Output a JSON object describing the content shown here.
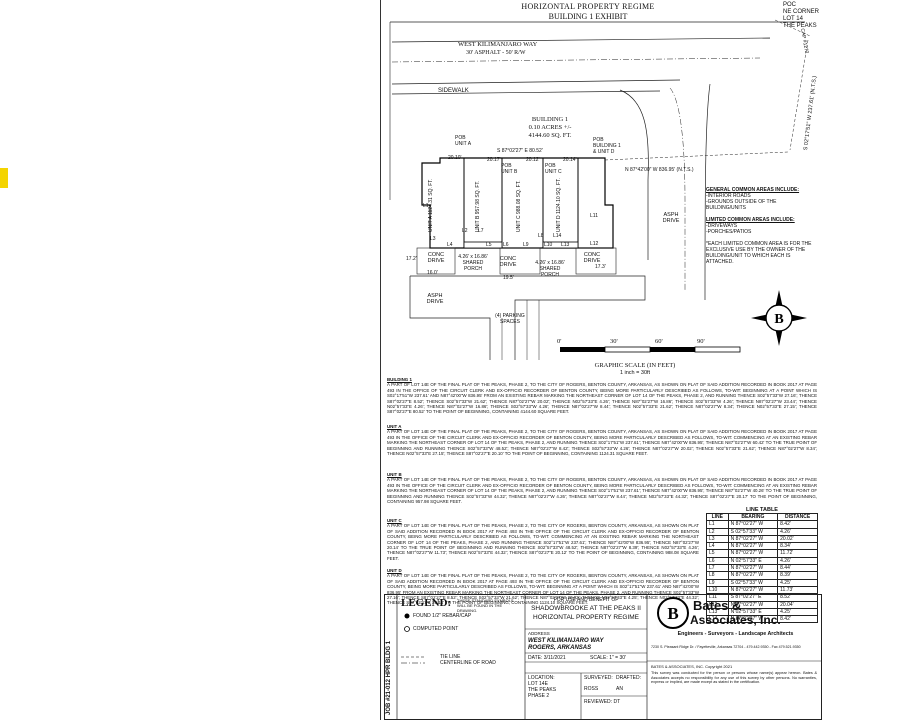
{
  "header": {
    "title": "HORIZONTAL PROPERTY REGIME",
    "subtitle": "BUILDING 1 EXHIBIT",
    "poc": [
      "POC",
      "NE CORNER",
      "LOT 14",
      "THE PEAKS"
    ],
    "cap_label": "CAP #1272"
  },
  "plan": {
    "road_name": "WEST KILIMANJARO WAY",
    "road_desc": "30' ASPHALT - 50' R/W",
    "sidewalk": "SIDEWALK",
    "building": [
      "BUILDING 1",
      "0.10 ACRES +/-",
      "4144.60 SQ. FT."
    ],
    "east_bearing": "S 02°17'51\" W 237.61' (N.T.S.)",
    "north_bearing": "S 87°02'27\" E 80.52'",
    "tie_line": "N 87°42'00\" W 836.95' (N.T.S.)",
    "pob_unit_a": [
      "POB",
      "UNIT A"
    ],
    "pob_unit_b": [
      "POB",
      "UNIT B"
    ],
    "pob_unit_c": [
      "POB",
      "UNIT C"
    ],
    "pob_building": [
      "POB",
      "BUILDING 1",
      "& UNIT D"
    ],
    "widths": [
      "20.10'",
      "20.17'",
      "20.12'",
      "20.14'"
    ],
    "units": [
      "UNIT A 1124.31 SQ. FT.",
      "UNIT B 957.98 SQ. FT.",
      "UNIT C 988.08 SQ. FT.",
      "UNIT D 1124.10 SQ. FT."
    ],
    "conc_drive": [
      "CONC",
      "DRIVE"
    ],
    "shared_porch": [
      "4.26' x 16.86'",
      "SHARED",
      "PORCH"
    ],
    "asph_drive": [
      "ASPH",
      "DRIVE"
    ],
    "parking": [
      "(4) PARKING",
      "SPACES"
    ],
    "drive_widths": [
      "17.2'",
      "16.0'",
      "19.5'",
      "17.3'"
    ],
    "line_labels": [
      "L1",
      "L2",
      "L3",
      "L4",
      "L5",
      "L6",
      "L7",
      "L8",
      "L9",
      "L10",
      "L11",
      "L12",
      "L13",
      "L14"
    ]
  },
  "notes": {
    "general_title": "GENERAL COMMON AREAS INCLUDE:",
    "general_items": [
      "-INTERIOR ROADS",
      "-GROUNDS OUTSIDE OF THE BUILDING/UNITS"
    ],
    "limited_title": "LIMITED COMMON AREAS INCLUDE:",
    "limited_items": [
      "-DRIVEWAYS",
      "-PORCHES/PATIOS"
    ],
    "limited_note": "*EACH LIMITED COMMON AREA IS FOR THE EXCLUSIVE USE BY THE OWNER OF THE BUILDING/UNIT TO WHICH EACH IS ATTACHED."
  },
  "scale": {
    "ticks": [
      "0'",
      "30'",
      "60'",
      "90'"
    ],
    "title": "GRAPHIC SCALE (IN FEET)",
    "ratio": "1 inch = 30ft"
  },
  "descriptions": [
    {
      "heading": "BUILDING 1",
      "text": "A PART OF LOT 14E OF THE FINAL PLAT OF THE PEAKS, PHASE 2, TO THE CITY OF ROGERS, BENTON COUNTY, ARKANSAS, AS SHOWN ON PLAT OF SAID ADDITION RECORDED IN BOOK 2017 AT PAGE 493 IN THE OFFICE OF THE CIRCUIT CLERK AND EX-OFFICIO RECORDER OF BENTON COUNTY, BEING MORE PARTICULARLY DESCRIBED AS FOLLOWS, TO-WIT: BEGINNING AT A POINT WHICH IS S02°17'51\"W 237.61' AND N87°42'00\"W 836.95' FROM AN EXISTING REBAR MARKING THE NORTHEAST CORNER OF LOT 14 OF THE PEAKS, PHASE 2, AND RUNNING THENCE S02°57'33\"W 27.16'; THENCE S87°02'27\"E 8.52'; THENCE S02°57'33\"W 21.62'; THENCE N87°02'27\"W 20.02'; THENCE N02°57'33\"E 4.26'; THENCE N87°02'27\"W 16.86'; THENCE S02°57'33\"W 4.26'; THENCE N87°02'27\"W 23.44'; THENCE N02°57'33\"E 4.26'; THENCE N87°02'27\"W 16.86'; THENCE S02°57'33\"W 4.26'; THENCE N87°02'27\"W 8.44'; THENCE N02°57'33\"E 21.62'; THENCE N87°02'27\"W 8.34'; THENCE N02°57'33\"E 27.15'; THENCE S87°02'27\"E 80.52' TO THE POINT OF BEGINNING, CONTAINING 4144.60 SQUARE FEET."
    },
    {
      "heading": "UNIT A",
      "text": "A PART OF LOT 14E OF THE FINAL PLAT OF THE PEAKS, PHASE 2, TO THE CITY OF ROGERS, BENTON COUNTY, ARKANSAS, AS SHOWN ON PLAT OF SAID ADDITION RECORDED IN BOOK 2017 AT PAGE 493 IN THE OFFICE OF THE CIRCUIT CLERK AND EX-OFFICIO RECORDER OF BENTON COUNTY, BEING MORE PARTICULARLY DESCRIBED AS FOLLOWS, TO-WIT: COMMENCING AT AN EXISTING REBAR MARKING THE NORTHEAST CORNER OF LOT 14 OF THE PEAKS, PHASE 2, AND RUNNING THENCE S02°17'51\"W 237.61'; THENCE N87°42'00\"W 836.95'; THENCE N87°02'27\"W 60.42' TO THE TRUE POINT OF BEGINNING AND RUNNING THENCE S02°57'33\"W 48.52'; THENCE N87°02'27\"W 8.42'; THENCE S02°57'33\"W 4.26'; THENCE N87°02'27\"W 20.02'; THENCE N02°57'33\"E 21.62'; THENCE N87°02'27\"W 8.34'; THENCE N02°57'33\"E 27.15'; THENCE S87°02'27\"E 20.10' TO THE POINT OF BEGINNING, CONTAINING 1124.31 SQUARE FEET."
    },
    {
      "heading": "UNIT B",
      "text": "A PART OF LOT 14E OF THE FINAL PLAT OF THE PEAKS, PHASE 2, TO THE CITY OF ROGERS, BENTON COUNTY, ARKANSAS, AS SHOWN ON PLAT OF SAID ADDITION RECORDED IN BOOK 2017 AT PAGE 493 IN THE OFFICE OF THE CIRCUIT CLERK AND EX-OFFICIO RECORDER OF BENTON COUNTY, BEING MORE PARTICULARLY DESCRIBED AS FOLLOWS, TO-WIT: COMMENCING AT AN EXISTING REBAR MARKING THE NORTHEAST CORNER OF LOT 14 OF THE PEAKS, PHASE 2, AND RUNNING THENCE S02°17'51\"W 237.61'; THENCE N87°42'00\"W 836.95'; THENCE N87°02'27\"W 40.26' TO THE TRUE POINT OF BEGINNING AND RUNNING THENCE S02°57'33\"W 44.32'; THENCE N87°02'27\"W 4.26'; THENCE N87°02'27\"W 8.44'; THENCE N02°57'33\"E 44.32'; THENCE S87°02'27\"E 20.17' TO THE POINT OF BEGINNING, CONTAINING 957.98 SQUARE FEET."
    },
    {
      "heading": "UNIT C",
      "text": "A PART OF LOT 14E OF THE FINAL PLAT OF THE PEAKS, PHASE 2, TO THE CITY OF ROGERS, BENTON COUNTY, ARKANSAS, AS SHOWN ON PLAT OF SAID ADDITION RECORDED IN BOOK 2017 AT PAGE 493 IN THE OFFICE OF THE CIRCUIT CLERK AND EX-OFFICIO RECORDER OF BENTON COUNTY, BEING MORE PARTICULARLY DESCRIBED AS FOLLOWS, TO-WIT: COMMENCING AT AN EXISTING REBAR MARKING THE NORTHEAST CORNER OF LOT 14 OF THE PEAKS, PHASE 2, AND RUNNING THENCE S02°17'51\"W 237.61'; THENCE N87°42'00\"W 836.95'; THENCE N87°02'27\"W 20.14' TO THE TRUE POINT OF BEGINNING AND RUNNING THENCE S02°57'33\"W 48.52'; THENCE N87°02'27\"W 8.39'; THENCE N02°57'33\"E 4.26'; THENCE N87°02'27\"W 11.73'; THENCE N02°57'33\"E 44.32'; THENCE S87°02'27\"E 20.12' TO THE POINT OF BEGINNING, CONTAINING 988.08 SQUARE FEET."
    },
    {
      "heading": "UNIT D",
      "text": "A PART OF LOT 14E OF THE FINAL PLAT OF THE PEAKS, PHASE 2, TO THE CITY OF ROGERS, BENTON COUNTY, ARKANSAS, AS SHOWN ON PLAT OF SAID ADDITION RECORDED IN BOOK 2017 AT PAGE 493 IN THE OFFICE OF THE CIRCUIT CLERK AND EX-OFFICIO RECORDER OF BENTON COUNTY, BEING MORE PARTICULARLY DESCRIBED AS FOLLOWS, TO-WIT: BEGINNING AT A POINT WHICH IS S02°17'51\"W 237.61' AND N87°42'00\"W 836.95' FROM AN EXISTING REBAR MARKING THE NORTHEAST CORNER OF LOT 14 OF THE PEAKS, PHASE 2, AND RUNNING THENCE S02°57'33\"W 27.16'; THENCE S87°02'27\"E 8.52'; THENCE S02°57'33\"W 21.62'; THENCE N87°02'27\"W 20.02'; THENCE N02°57'33\"E 4.25'; THENCE N02°57'33\"E 44.32'; THENCE S87°02'27\"E 20.14' TO THE POINT OF BEGINNING, CONTAINING 1124.10 SQUARE FEET."
    }
  ],
  "line_table": {
    "title": "LINE TABLE",
    "headers": [
      "LINE",
      "BEARING",
      "DISTANCE"
    ],
    "rows": [
      [
        "L1",
        "N 87°02'27\" W",
        "8.42'"
      ],
      [
        "L2",
        "S 02°57'33\" W",
        "4.26'"
      ],
      [
        "L3",
        "N 87°02'27\" W",
        "20.02'"
      ],
      [
        "L4",
        "N 87°02'27\" W",
        "8.34'"
      ],
      [
        "L5",
        "N 87°02'27\" W",
        "11.72'"
      ],
      [
        "L6",
        "N 02°57'33\" E",
        "4.26'"
      ],
      [
        "L7",
        "N 87°02'27\" W",
        "8.44'"
      ],
      [
        "L8",
        "N 87°02'27\" W",
        "8.39'"
      ],
      [
        "L9",
        "S 02°57'33\" W",
        "4.25'"
      ],
      [
        "L10",
        "N 87°02'27\" W",
        "11.73'"
      ],
      [
        "L11",
        "S 87°02'27\" E",
        "8.52'"
      ],
      [
        "L12",
        "N 87°02'27\" W",
        "20.04'"
      ],
      [
        "L13",
        "N 02°57'33\" E",
        "4.25'"
      ],
      [
        "L14",
        "N 87°02'27\" W",
        "8.42'"
      ]
    ]
  },
  "titleblock": {
    "legend_title": "LEGEND:",
    "legend_note": "THESE STANDARD SYMBOLS WILL BE FOUND IN THE DRAWING.",
    "legend_items": [
      "FOUND 1/2\" REBAR/CAP",
      "COMPUTED POINT",
      "TIE LINE",
      "CENTERLINE OF ROAD"
    ],
    "job_vertical": "JOB #21-012 HPR BLDG 1",
    "for_use": "FOR USE AND BENEFIT OF",
    "project": "SHADOWBROOKE AT THE PEAKS II",
    "regime": "HORIZONTAL PROPERTY REGIME",
    "address_label": "ADDRESS",
    "address1": "WEST KILIMANJARO WAY",
    "address2": "ROGERS, ARKANSAS",
    "date_label": "DATE:",
    "date": "3/11/2021",
    "scale_label": "SCALE:",
    "scale": "1\" = 30'",
    "location_label": "LOCATION:",
    "location": [
      "LOT 14E",
      "THE PEAKS",
      "PHASE 2"
    ],
    "surveyed_label": "SURVEYED:",
    "surveyed": "ROSS",
    "drafted_label": "DRAFTED:",
    "drafted": "AN",
    "reviewed_label": "REVIEWED:",
    "reviewed": "DT",
    "company1": "Bates &",
    "company2": "Associates, Inc.",
    "tagline": "Engineers - Surveyors - Landscape Architects",
    "address_line": "7230 S. Pleasant Ridge Dr. / Fayetteville, Arkansas 72704 - 479.442.9350 - Fax 479.521.9350",
    "copyright": "BATES & ASSOCIATES, INC.   Copyright 2021",
    "legal": "This survey was conducted for the person or persons whose name(s) appear hereon. Bates & Associates accepts no responsibility for any use of this survey by other persons. No warranties, express or implied, are made except as stated in the certification."
  }
}
